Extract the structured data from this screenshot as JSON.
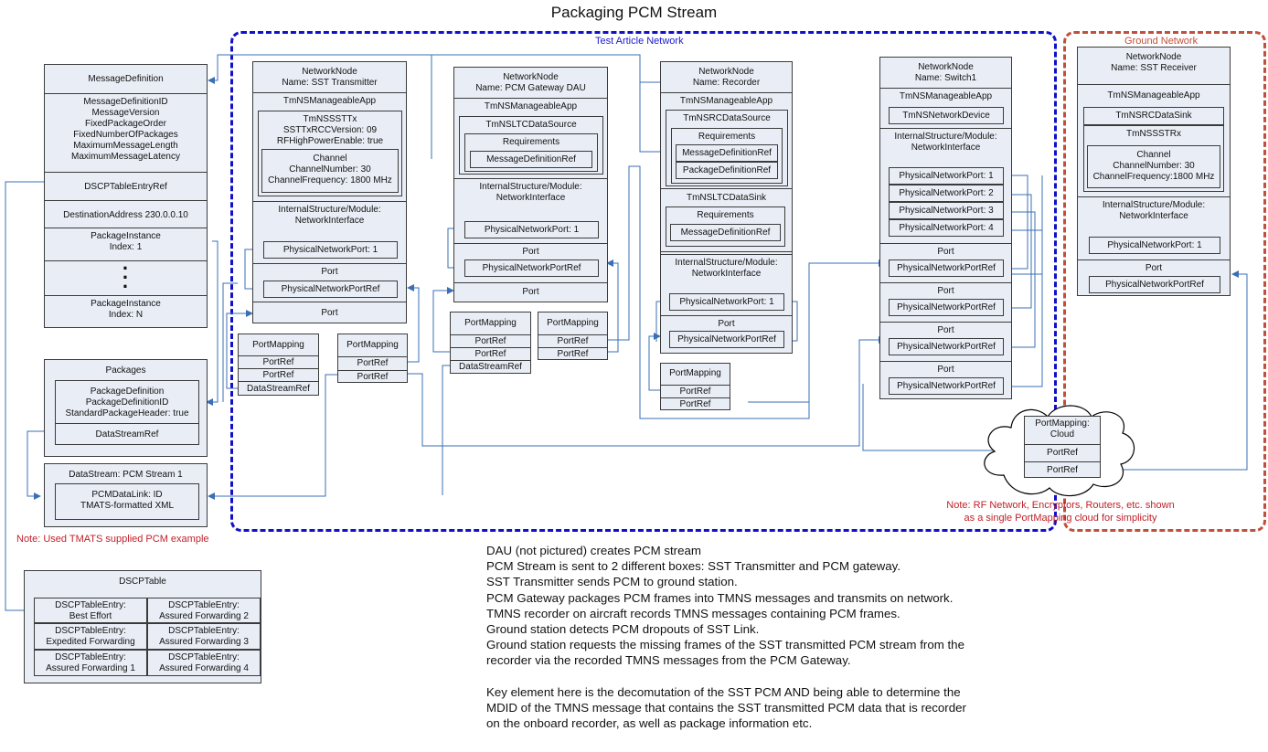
{
  "title": "Packaging PCM Stream",
  "test_article_label": "Test Article Network",
  "ground_label": "Ground Network",
  "message_definition": {
    "header": "MessageDefinition",
    "fields": [
      "MessageDefinitionID",
      "MessageVersion",
      "FixedPackageOrder",
      "FixedNumberOfPackages",
      "MaximumMessageLength",
      "MaximumMessageLatency"
    ],
    "dscp_ref": "DSCPTableEntryRef",
    "dest_addr": "DestinationAddress 230.0.0.10",
    "pkg_inst_1": "PackageInstance\nIndex: 1",
    "pkg_inst_n": "PackageInstance\nIndex: N"
  },
  "packages": {
    "header": "Packages",
    "inner": "PackageDefinition\nPackageDefinitionID\nStandardPackageHeader: true",
    "ds_ref": "DataStreamRef"
  },
  "data_stream": {
    "header": "DataStream: PCM Stream 1",
    "inner": "PCMDataLink: ID\nTMATS-formatted XML"
  },
  "note_left": "Note: Used TMATS supplied PCM example",
  "dscp_table": {
    "header": "DSCPTable",
    "entries": [
      "DSCPTableEntry:\nBest Effort",
      "DSCPTableEntry:\nAssured Forwarding 2",
      "DSCPTableEntry:\nExpedited Forwarding",
      "DSCPTableEntry:\nAssured Forwarding 3",
      "DSCPTableEntry:\nAssured Forwarding 1",
      "DSCPTableEntry:\nAssured Forwarding 4"
    ]
  },
  "sst_tx": {
    "header": "NetworkNode\nName: SST Transmitter",
    "app": "TmNSManageableApp",
    "sttx": "TmNSSSTTx\nSSTTxRCCVersion: 09\nRFHighPowerEnable: true",
    "channel": "Channel\nChannelNumber: 30\nChannelFrequency: 1800 MHz",
    "internal": "InternalStructure/Module:\nNetworkInterface",
    "phys_port": "PhysicalNetworkPort: 1",
    "port": "Port",
    "port_ref": "PhysicalNetworkPortRef",
    "port2": "Port"
  },
  "pcm_gw": {
    "header": "NetworkNode\nName: PCM Gateway DAU",
    "app": "TmNSManageableApp",
    "source": "TmNSLTCDataSource",
    "req": "Requirements",
    "mdref": "MessageDefinitionRef",
    "internal": "InternalStructure/Module:\nNetworkInterface",
    "phys_port": "PhysicalNetworkPort: 1",
    "port": "Port",
    "port_ref": "PhysicalNetworkPortRef",
    "port2": "Port"
  },
  "recorder": {
    "header": "NetworkNode\nName: Recorder",
    "app": "TmNSManageableApp",
    "rc_source": "TmNSRCDataSource",
    "req": "Requirements",
    "mdref": "MessageDefinitionRef",
    "pdref": "PackageDefinitionRef",
    "sink": "TmNSLTCDataSink",
    "req2": "Requirements",
    "mdref2": "MessageDefinitionRef",
    "internal": "InternalStructure/Module:\nNetworkInterface",
    "phys_port": "PhysicalNetworkPort: 1",
    "port": "Port",
    "port_ref": "PhysicalNetworkPortRef"
  },
  "switch1": {
    "header": "NetworkNode\nName: Switch1",
    "app": "TmNSManageableApp",
    "device": "TmNSNetworkDevice",
    "internal": "InternalStructure/Module:\nNetworkInterface",
    "ports": [
      "PhysicalNetworkPort: 1",
      "PhysicalNetworkPort: 2",
      "PhysicalNetworkPort: 3",
      "PhysicalNetworkPort: 4"
    ],
    "port_label": "Port",
    "port_ref": "PhysicalNetworkPortRef"
  },
  "sst_rx": {
    "header": "NetworkNode\nName: SST Receiver",
    "app": "TmNSManageableApp",
    "sink": "TmNSRCDataSink",
    "strx": "TmNSSSTRx",
    "channel": "Channel\nChannelNumber: 30\nChannelFrequency:1800 MHz",
    "internal": "InternalStructure/Module:\nNetworkInterface",
    "phys_port": "PhysicalNetworkPort: 1",
    "port": "Port",
    "port_ref": "PhysicalNetworkPortRef"
  },
  "port_mapping": {
    "header": "PortMapping",
    "port_ref": "PortRef",
    "ds_ref": "DataStreamRef"
  },
  "cloud": {
    "header": "PortMapping:\nCloud",
    "port_ref": "PortRef"
  },
  "note_right": "Note: RF Network, Encryptors, Routers, etc. shown\nas a single PortMapping cloud for simplicity",
  "description": [
    "DAU (not pictured) creates PCM stream",
    "PCM Stream is sent to 2 different boxes:  SST Transmitter and PCM gateway.",
    "SST Transmitter sends PCM to ground station.",
    "PCM Gateway packages PCM frames into TMNS messages and transmits on network.",
    "TMNS recorder on aircraft records TMNS messages containing PCM frames.",
    "Ground station detects PCM dropouts of SST Link.",
    "Ground station requests the missing frames of the SST transmitted PCM stream from the",
    "recorder via the recorded TMNS messages from the PCM Gateway.",
    "",
    "Key element here is the decomutation of the SST PCM AND being able to determine the",
    "MDID of the TMNS message that contains the SST transmitted PCM data that is recorder",
    "on the onboard recorder, as well as package information etc."
  ]
}
